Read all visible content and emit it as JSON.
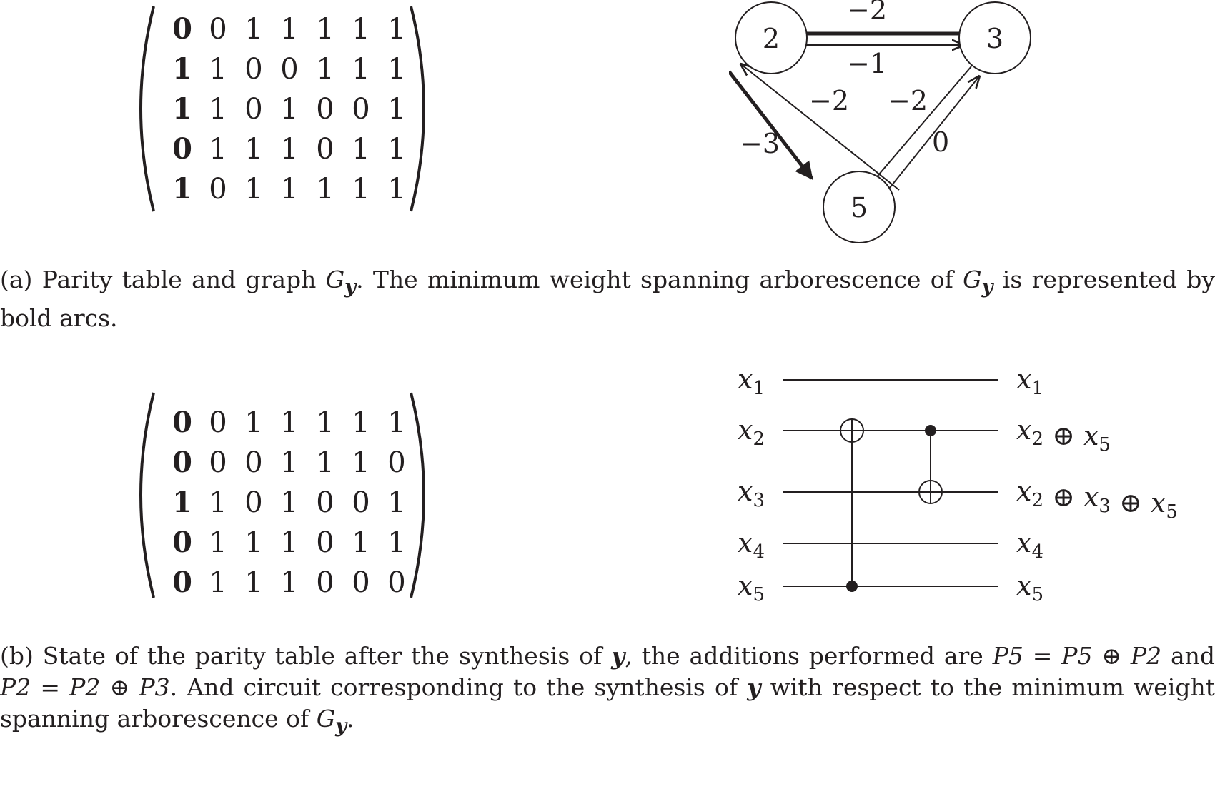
{
  "figure_a": {
    "matrix": [
      [
        "0",
        "0",
        "1",
        "1",
        "1",
        "1",
        "1"
      ],
      [
        "1",
        "1",
        "0",
        "0",
        "1",
        "1",
        "1"
      ],
      [
        "1",
        "1",
        "0",
        "1",
        "0",
        "0",
        "1"
      ],
      [
        "0",
        "1",
        "1",
        "1",
        "0",
        "1",
        "1"
      ],
      [
        "1",
        "0",
        "1",
        "1",
        "1",
        "1",
        "1"
      ]
    ],
    "graph": {
      "nodes": [
        "2",
        "3",
        "5"
      ],
      "edge_labels": {
        "e3_2": "−2",
        "e2_3": "−1",
        "e5_2": "−2",
        "e2_5": "−3",
        "e3_5": "−2",
        "e5_3": "0"
      }
    },
    "caption_text1": "(a) Parity table and graph ",
    "caption_text2": ". The minimum weight spanning arborescence of ",
    "caption_text3": " is represented by bold arcs.",
    "G_symbol": "G",
    "y_symbol": "y"
  },
  "figure_b": {
    "matrix": [
      [
        "0",
        "0",
        "1",
        "1",
        "1",
        "1",
        "1"
      ],
      [
        "0",
        "0",
        "0",
        "1",
        "1",
        "1",
        "0"
      ],
      [
        "1",
        "1",
        "0",
        "1",
        "0",
        "0",
        "1"
      ],
      [
        "0",
        "1",
        "1",
        "1",
        "0",
        "1",
        "1"
      ],
      [
        "0",
        "1",
        "1",
        "1",
        "0",
        "0",
        "0"
      ]
    ],
    "circuit": {
      "inputs": [
        "x1",
        "x2",
        "x3",
        "x4",
        "x5"
      ],
      "outputs": [
        "x1",
        "x2 ⊕ x5",
        "x2 ⊕ x3 ⊕ x5",
        "x4",
        "x5"
      ]
    },
    "caption_text1": "(b) State of the parity table after the synthesis of ",
    "caption_text2": ", the additions performed are ",
    "caption_eq1": "P5 = P5 ⊕ P2",
    "caption_and": " and ",
    "caption_eq2": "P2 = P2 ⊕ P3",
    "caption_text3": ". And circuit corresponding to the synthesis of ",
    "caption_text4": " with respect to the minimum weight spanning arborescence of ",
    "caption_end": "."
  }
}
